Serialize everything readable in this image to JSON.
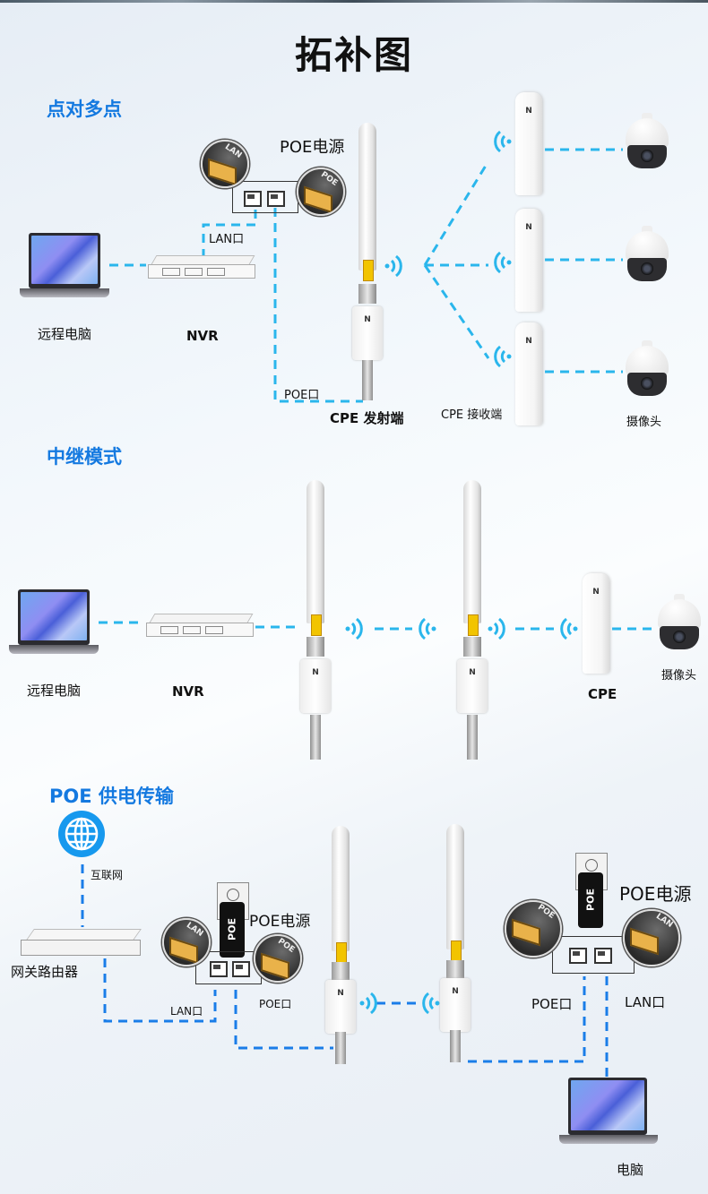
{
  "title": "拓补图",
  "colors": {
    "section": "#1479e0",
    "link_line": "#2ab6ec",
    "link_line_poe": "#1a7de8",
    "text": "#111111"
  },
  "sections": {
    "p2mp": {
      "heading": "点对多点",
      "labels": {
        "poe_power": "POE电源",
        "lan_port": "LAN口",
        "poe_port": "POE口",
        "remote_pc": "远程电脑",
        "nvr": "NVR",
        "cpe_tx": "CPE 发射端",
        "cpe_rx": "CPE 接收端",
        "camera": "摄像头",
        "port_lan_tag": "LAN",
        "port_poe_tag": "POE",
        "device_logo": "N"
      }
    },
    "relay": {
      "heading": "中继模式",
      "labels": {
        "remote_pc": "远程电脑",
        "nvr": "NVR",
        "cpe": "CPE",
        "camera": "摄像头",
        "device_logo": "N"
      }
    },
    "poe": {
      "heading": "POE 供电传输",
      "labels": {
        "internet": "互联网",
        "gateway_router": "网关路由器",
        "poe_power_left": "POE电源",
        "lan_port_left": "LAN口",
        "poe_port_left": "POE口",
        "poe_power_right": "POE电源",
        "poe_port_right": "POE口",
        "lan_port_right": "LAN口",
        "pc": "电脑",
        "adapter_text": "POE",
        "port_lan_tag": "LAN",
        "port_poe_tag": "POE",
        "device_logo": "N"
      }
    }
  }
}
